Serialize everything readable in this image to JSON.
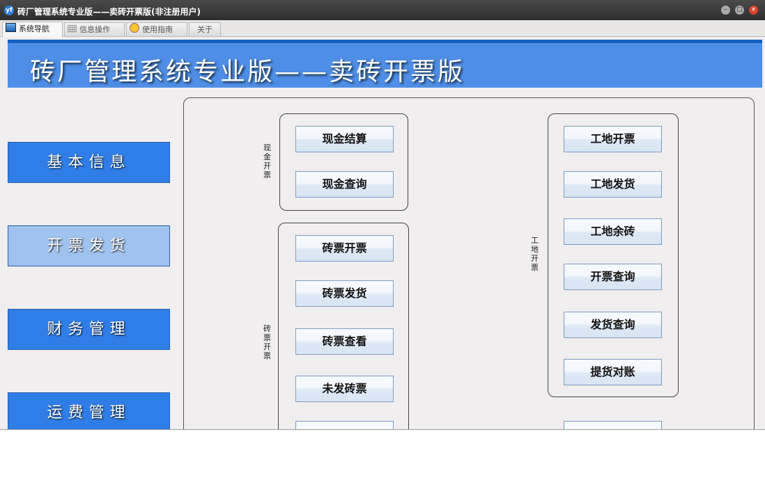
{
  "window": {
    "title": "砖厂管理系统专业版——卖砖开票版(非注册用户)",
    "logo": "yf"
  },
  "tabs": [
    {
      "label": "系统导航"
    },
    {
      "label": "信息操作"
    },
    {
      "label": "使用指南"
    },
    {
      "label": "关于"
    }
  ],
  "banner": "砖厂管理系统专业版——卖砖开票版",
  "nav": [
    {
      "label": "基本信息"
    },
    {
      "label": "开票发货"
    },
    {
      "label": "财务管理"
    },
    {
      "label": "运费管理"
    }
  ],
  "groups": {
    "cash": {
      "label": "现金开票",
      "buttons": [
        "现金结算",
        "现金查询"
      ]
    },
    "brick": {
      "label": "砖票开票",
      "buttons": [
        "砖票开票",
        "砖票发货",
        "砖票查看",
        "未发砖票"
      ]
    },
    "site": {
      "label": "工地开票",
      "buttons": [
        "工地开票",
        "工地发货",
        "工地余砖",
        "开票查询",
        "发货查询",
        "提货对账"
      ]
    }
  }
}
